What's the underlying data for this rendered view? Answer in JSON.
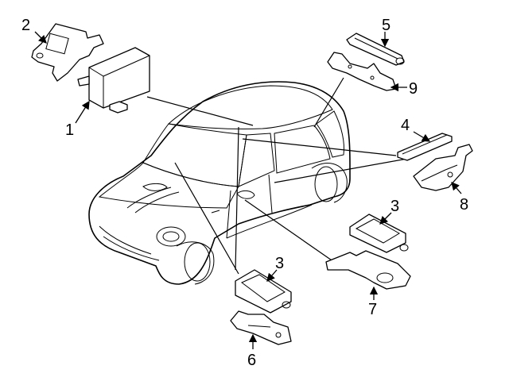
{
  "callouts": {
    "c1": "1",
    "c2": "2",
    "c3a": "3",
    "c3b": "3",
    "c4": "4",
    "c5": "5",
    "c6": "6",
    "c7": "7",
    "c8": "8",
    "c9": "9"
  },
  "colors": {
    "line": "#000000",
    "background": "#ffffff"
  }
}
